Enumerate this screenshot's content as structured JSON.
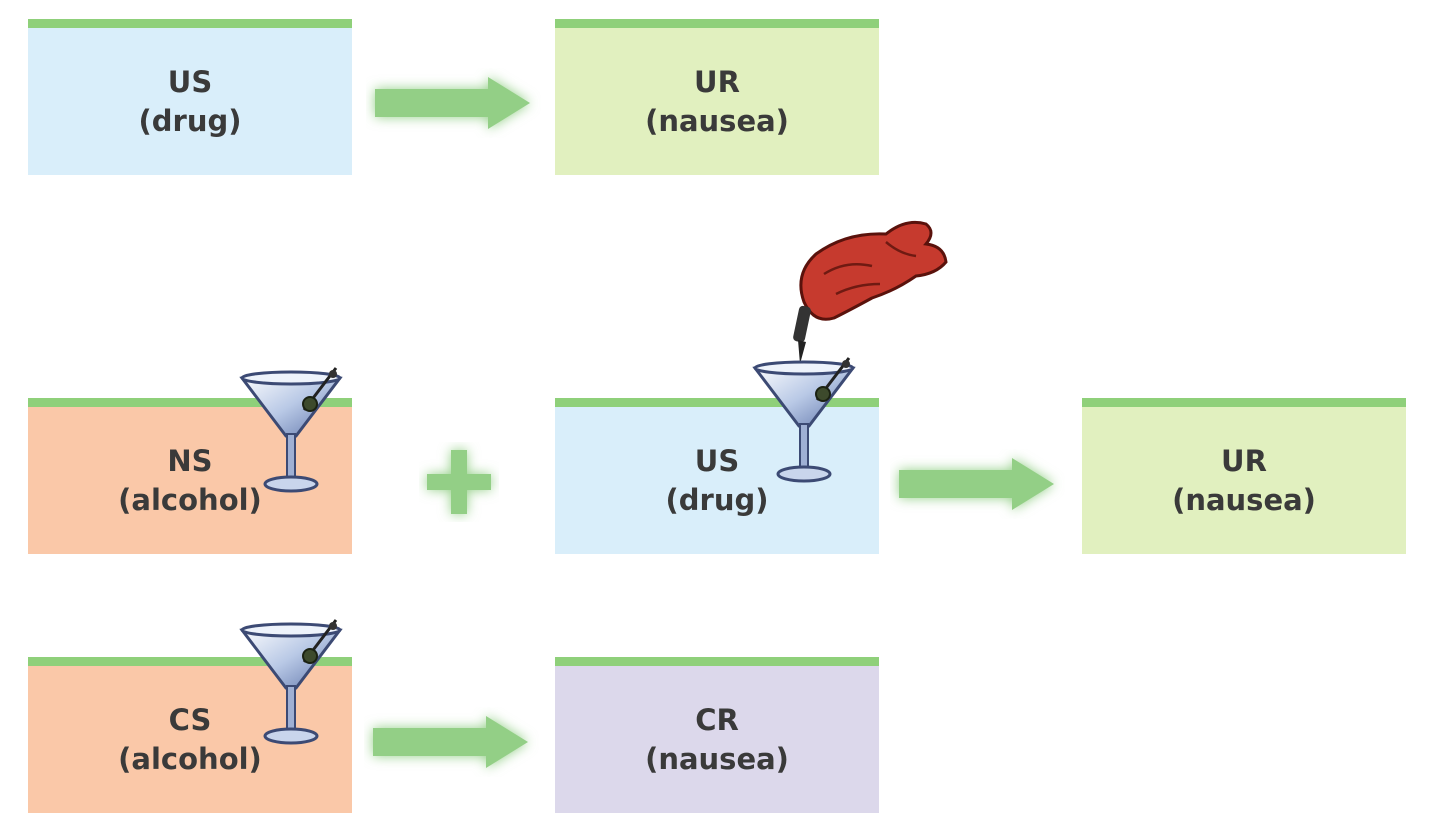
{
  "colors": {
    "us_fill": "#d9eefa",
    "ur_fill": "#e1f0bf",
    "ns_cs_fill": "#fac8a8",
    "cr_fill": "#dcd8eb",
    "top_stripe": "#8fd07a",
    "arrow": "#93cf86",
    "text": "#3a3a3a"
  },
  "row1": {
    "us": {
      "abbr": "US",
      "detail": "(drug)"
    },
    "ur": {
      "abbr": "UR",
      "detail": "(nausea)"
    }
  },
  "row2": {
    "ns": {
      "abbr": "NS",
      "detail": "(alcohol)"
    },
    "plus_icon": "plus-icon",
    "us": {
      "abbr": "US",
      "detail": "(drug)"
    },
    "ur": {
      "abbr": "UR",
      "detail": "(nausea)"
    }
  },
  "row3": {
    "cs": {
      "abbr": "CS",
      "detail": "(alcohol)"
    },
    "cr": {
      "abbr": "CR",
      "detail": "(nausea)"
    }
  },
  "icons": {
    "glass": "martini-glass-icon",
    "hand": "hand-with-dropper-icon",
    "arrow": "arrow-right-icon"
  }
}
